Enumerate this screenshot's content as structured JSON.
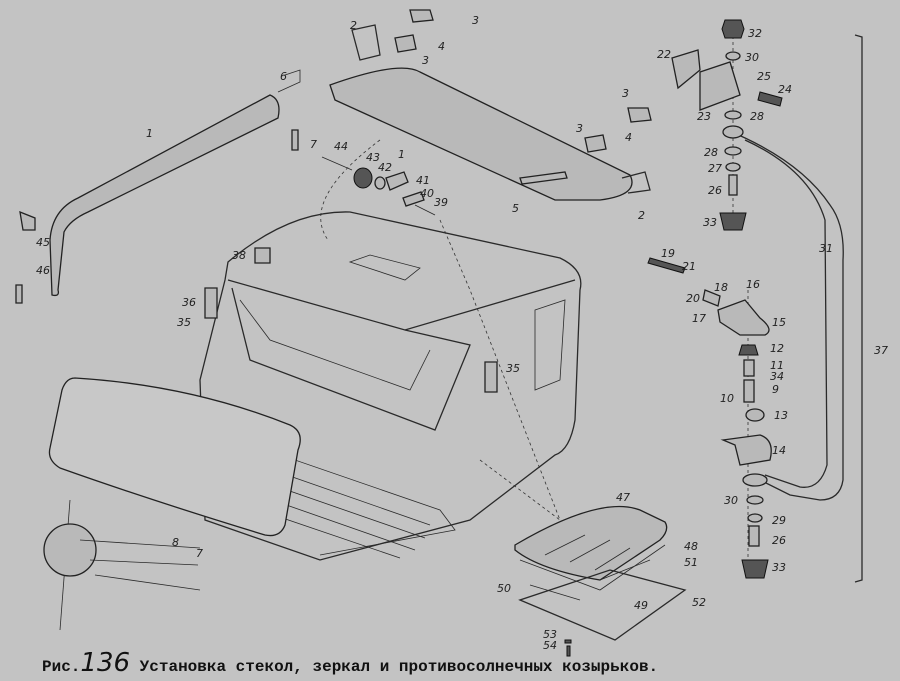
{
  "caption": {
    "prefix": "Рис.",
    "number": "136",
    "title": "Установка стекол, зеркал и противосолнечных козырьков."
  },
  "labels": [
    "1",
    "6",
    "7",
    "45",
    "46",
    "2",
    "3",
    "4",
    "3",
    "44",
    "43",
    "42",
    "41",
    "40",
    "39",
    "1",
    "3",
    "3",
    "4",
    "5",
    "2",
    "32",
    "22",
    "30",
    "25",
    "24",
    "23",
    "28",
    "28",
    "27",
    "26",
    "33",
    "19",
    "21",
    "20",
    "18",
    "16",
    "17",
    "15",
    "12",
    "11",
    "34",
    "9",
    "10",
    "13",
    "14",
    "30",
    "29",
    "26",
    "33",
    "31",
    "37",
    "38",
    "36",
    "35",
    "35",
    "8",
    "7",
    "47",
    "48",
    "51",
    "50",
    "49",
    "52",
    "53",
    "54"
  ]
}
